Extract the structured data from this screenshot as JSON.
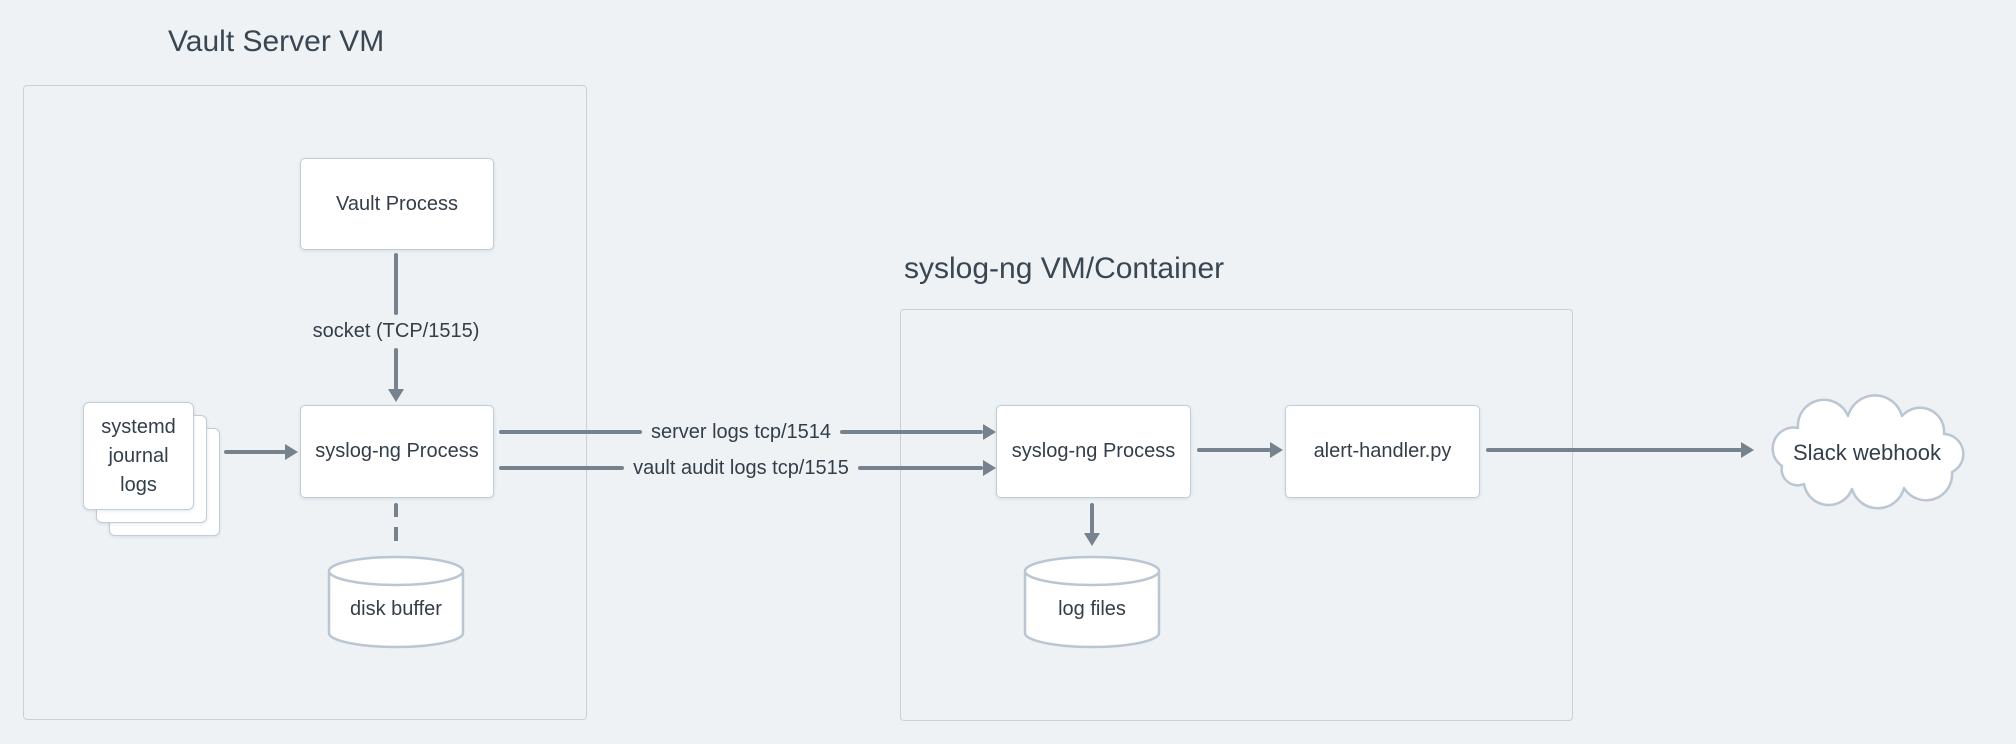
{
  "diagram": {
    "groups": {
      "vault_vm": {
        "title": "Vault Server VM"
      },
      "syslog_vm": {
        "title": "syslog-ng VM/Container"
      }
    },
    "nodes": {
      "vault_process": {
        "label": "Vault Process"
      },
      "journal_logs": {
        "label_lines": [
          "systemd",
          "journal",
          "logs"
        ]
      },
      "syslog_left": {
        "label": "syslog-ng Process"
      },
      "disk_buffer": {
        "label": "disk buffer"
      },
      "syslog_right": {
        "label": "syslog-ng Process"
      },
      "log_files": {
        "label": "log files"
      },
      "alert_handler": {
        "label": "alert-handler.py"
      },
      "slack_webhook": {
        "label": "Slack webhook"
      }
    },
    "edges": {
      "socket": {
        "label": "socket (TCP/1515)"
      },
      "server_logs": {
        "label": "server logs tcp/1514"
      },
      "vault_audit_logs": {
        "label": "vault audit logs tcp/1515"
      }
    }
  },
  "colors": {
    "background": "#eef2f5",
    "node_fill": "#ffffff",
    "node_border": "#c2cdd8",
    "group_border": "#c7d1da",
    "arrow": "#76838f",
    "text": "#333e49",
    "title_text": "#3a4651"
  }
}
